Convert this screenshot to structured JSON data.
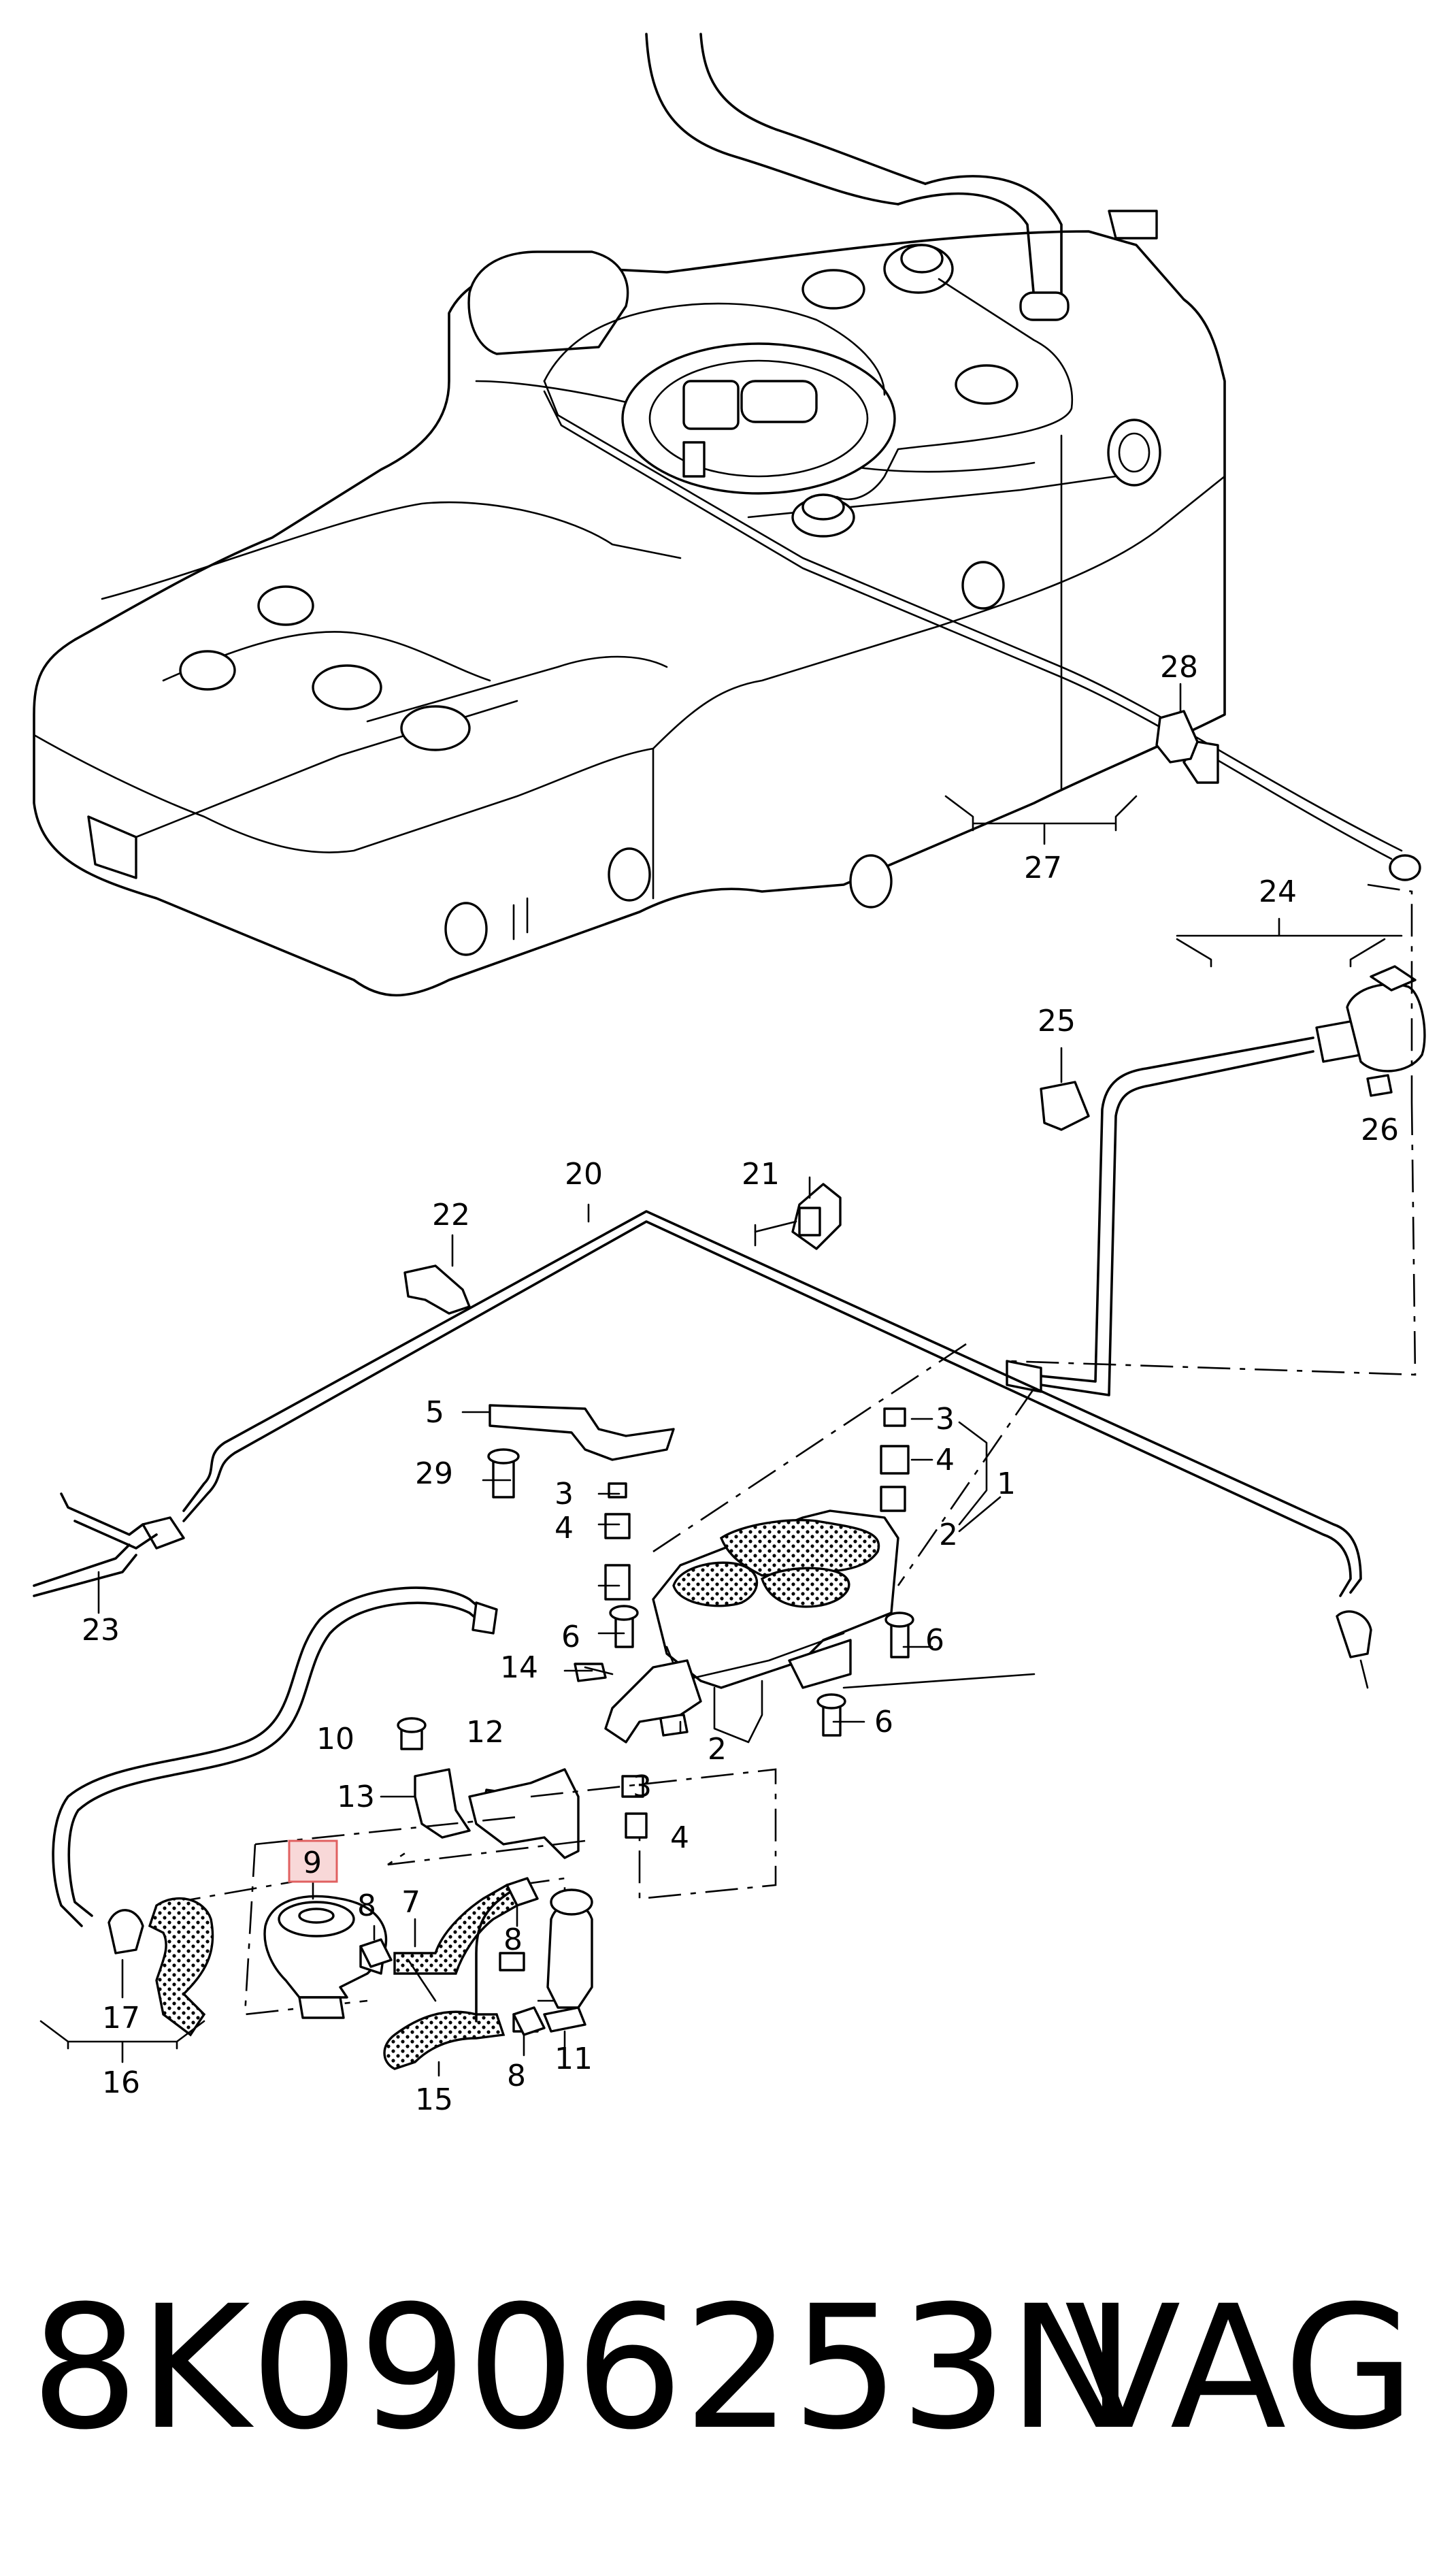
{
  "callouts": {
    "n1": "1",
    "n2a": "2",
    "n2b": "2",
    "n3a": "3",
    "n3b": "3",
    "n3c": "3",
    "n4a": "4",
    "n4b": "4",
    "n4c": "4",
    "n5": "5",
    "n6a": "6",
    "n6b": "6",
    "n6c": "6",
    "n7": "7",
    "n8a": "8",
    "n8b": "8",
    "n8c": "8",
    "n9": "9",
    "n10": "10",
    "n11": "11",
    "n12": "12",
    "n13": "13",
    "n14": "14",
    "n15": "15",
    "n16": "16",
    "n17": "17",
    "n20": "20",
    "n21": "21",
    "n22": "22",
    "n23": "23",
    "n24": "24",
    "n25": "25",
    "n26": "26",
    "n27": "27",
    "n28": "28",
    "n29": "29"
  },
  "highlighted_callout": "9",
  "highlight_color": "#f8d8d8",
  "footer": {
    "part_number": "8K0906253N",
    "brand": "VAG"
  }
}
